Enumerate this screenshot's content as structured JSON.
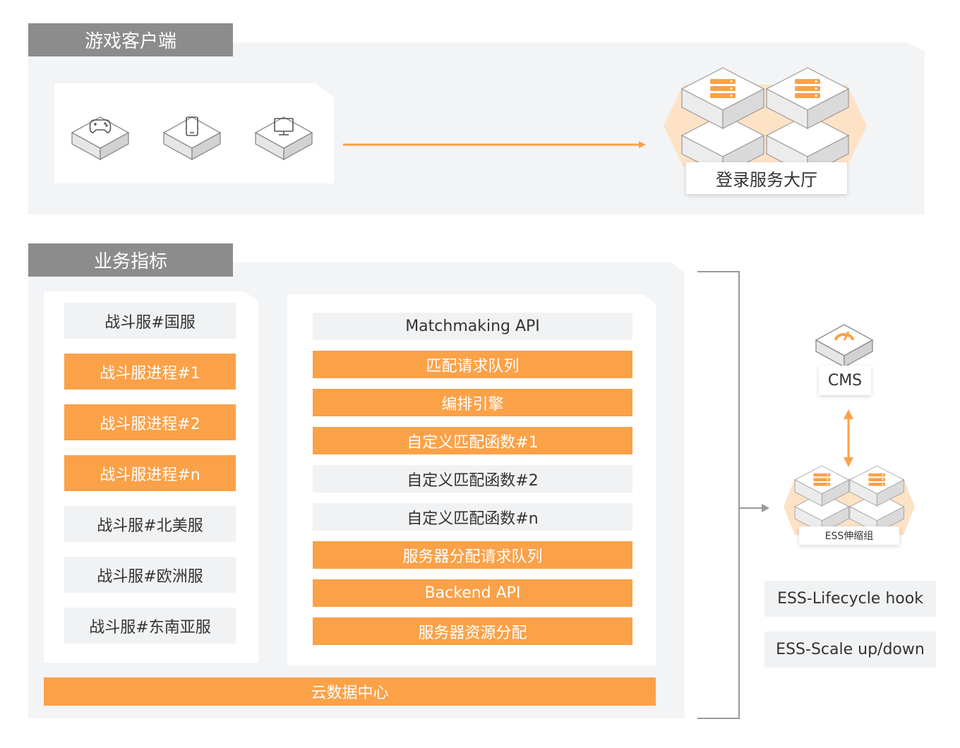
{
  "client_section": {
    "title": "游戏客户端"
  },
  "devices": [
    {
      "icon": "gamepad-icon"
    },
    {
      "icon": "mobile-phone-icon"
    },
    {
      "icon": "monitor-icon"
    }
  ],
  "login_hall": {
    "label": "登录服务大厅",
    "icon": "server-cluster-icon"
  },
  "metrics_section": {
    "title": "业务指标"
  },
  "battle_servers": [
    {
      "label": "战斗服#国服",
      "style": "grey"
    },
    {
      "label": "战斗服进程#1",
      "style": "orange"
    },
    {
      "label": "战斗服进程#2",
      "style": "orange"
    },
    {
      "label": "战斗服进程#n",
      "style": "orange"
    },
    {
      "label": "战斗服#北美服",
      "style": "grey"
    },
    {
      "label": "战斗服#欧洲服",
      "style": "grey"
    },
    {
      "label": "战斗服#东南亚服",
      "style": "grey"
    }
  ],
  "matchmaking_items": [
    {
      "label": "Matchmaking API",
      "style": "grey"
    },
    {
      "label": "匹配请求队列",
      "style": "orange"
    },
    {
      "label": "编排引擎",
      "style": "orange"
    },
    {
      "label": "自定义匹配函数#1",
      "style": "orange"
    },
    {
      "label": "自定义匹配函数#2",
      "style": "grey"
    },
    {
      "label": "自定义匹配函数#n",
      "style": "grey"
    },
    {
      "label": "服务器分配请求队列",
      "style": "orange"
    },
    {
      "label": "Backend API",
      "style": "orange"
    },
    {
      "label": "服务器资源分配",
      "style": "orange"
    }
  ],
  "cloud_datacenter": {
    "label": "云数据中心"
  },
  "cms": {
    "label": "CMS",
    "icon": "gauge-icon"
  },
  "ess_group": {
    "label": "ESS伸缩组",
    "icon": "server-cluster-icon"
  },
  "ess_features": [
    {
      "label": "ESS-Lifecycle hook"
    },
    {
      "label": "ESS-Scale up/down"
    }
  ],
  "colors": {
    "accent": "#fba148",
    "tab_grey": "#8c8c8c",
    "panel_bg": "#f2f4f6",
    "item_grey": "#f1f2f3"
  }
}
